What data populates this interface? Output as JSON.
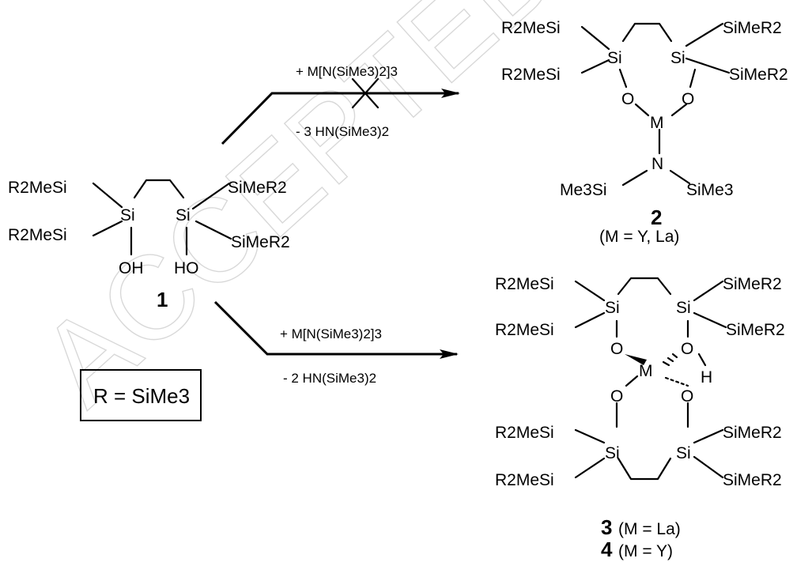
{
  "watermark": "ACCEPTED",
  "reagent_top": "+ M[N(SiMe3)2]3",
  "byproduct_top": "- 3 HN(SiMe3)2",
  "reagent_bottom": "+ M[N(SiMe3)2]3",
  "byproduct_bottom": "- 2 HN(SiMe3)2",
  "r_definition": "R = SiMe3",
  "compound1": {
    "number": "1",
    "substituent": "R2MeSi",
    "substituent_right": "SiMeR2",
    "si": "Si",
    "oh_left": "OH",
    "oh_right": "HO"
  },
  "compound2": {
    "number": "2",
    "metals": "(M = Y, La)",
    "substituent": "R2MeSi",
    "substituent_right": "SiMeR2",
    "si": "Si",
    "o": "O",
    "m": "M",
    "n": "N",
    "tms_left": "Me3Si",
    "tms_right": "SiMe3"
  },
  "compound3": {
    "number": "3",
    "metal": "(M = La)"
  },
  "compound4": {
    "number": "4",
    "metal": "(M = Y)"
  },
  "compound34": {
    "substituent": "R2MeSi",
    "substituent_right": "SiMeR2",
    "si": "Si",
    "o": "O",
    "m": "M",
    "h": "H"
  }
}
